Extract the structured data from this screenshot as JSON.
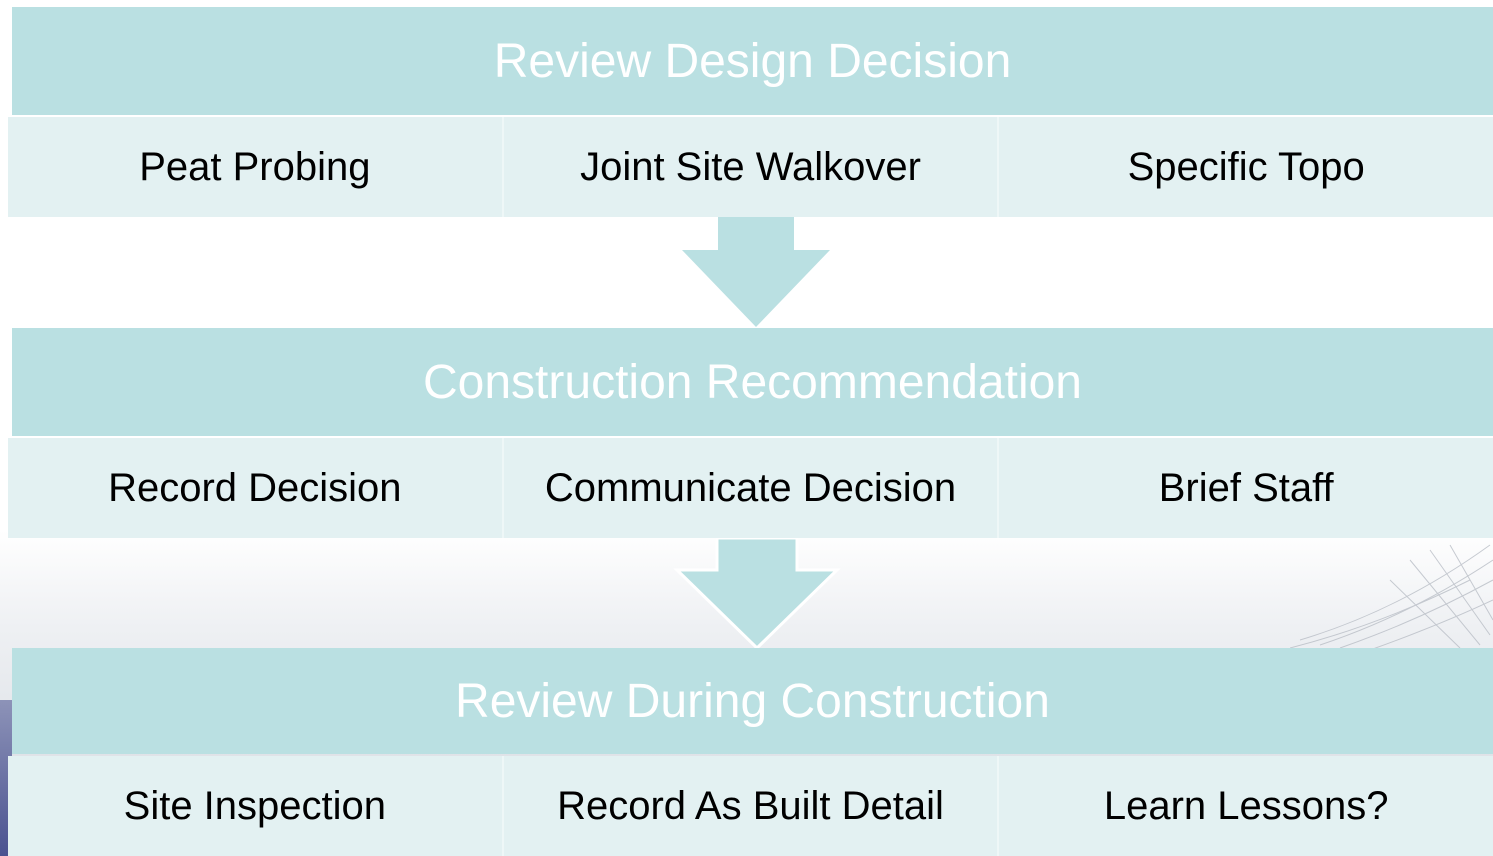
{
  "colors": {
    "header_fill": "#bae0e2",
    "row_fill": "#e3f1f2",
    "arrow_fill": "#bae0e2",
    "header_text": "#ffffff",
    "item_text": "#000000"
  },
  "stages": [
    {
      "title": "Review Design Decision",
      "items": [
        "Peat Probing",
        "Joint Site Walkover",
        "Specific Topo"
      ]
    },
    {
      "title": "Construction Recommendation",
      "items": [
        "Record Decision",
        "Communicate Decision",
        "Brief Staff"
      ]
    },
    {
      "title": "Review During Construction",
      "items": [
        "Site Inspection",
        "Record As Built Detail",
        "Learn Lessons?"
      ]
    }
  ],
  "arrows": [
    {
      "icon": "down-arrow-icon"
    },
    {
      "icon": "down-arrow-icon"
    }
  ]
}
